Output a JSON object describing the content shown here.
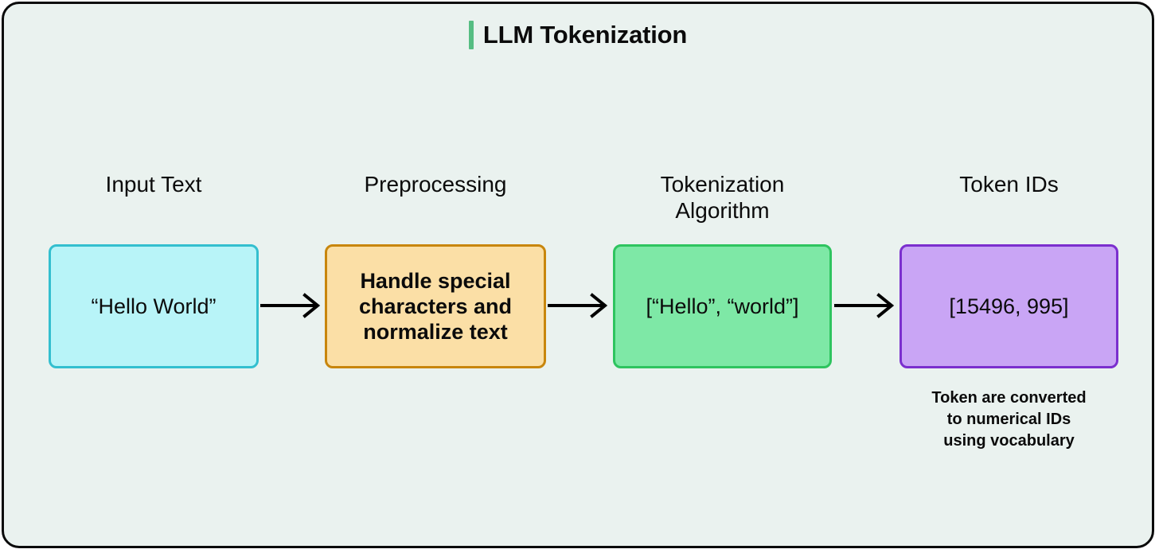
{
  "diagram": {
    "title": "LLM Tokenization",
    "accent_color": "#55bd82",
    "background_color": "#eaf2ef",
    "frame_border_color": "#0b0b0b"
  },
  "stages": [
    {
      "id": "input",
      "label": "Input Text",
      "box_text": "“Hello World”",
      "bold": false,
      "fill": "#b8f4f8",
      "border": "#33bfcf",
      "caption": null
    },
    {
      "id": "preprocess",
      "label": "Preprocessing",
      "box_text": "Handle special\ncharacters and\nnormalize text",
      "bold": true,
      "fill": "#fbdfa6",
      "border": "#c8860d",
      "caption": null
    },
    {
      "id": "algorithm",
      "label": "Tokenization\nAlgorithm",
      "box_text": "[“Hello”, “world”]",
      "bold": false,
      "fill": "#7ee8a6",
      "border": "#2ec45f",
      "caption": null
    },
    {
      "id": "tokenids",
      "label": "Token IDs",
      "box_text": "[15496, 995]",
      "bold": false,
      "fill": "#c9a5f5",
      "border": "#7b2fce",
      "caption": "Token are converted\nto numerical IDs\nusing vocabulary"
    }
  ],
  "arrows": [
    {
      "id": "arrow-1",
      "from": "input",
      "to": "preprocess",
      "color": "#000000"
    },
    {
      "id": "arrow-2",
      "from": "preprocess",
      "to": "algorithm",
      "color": "#000000"
    },
    {
      "id": "arrow-3",
      "from": "algorithm",
      "to": "tokenids",
      "color": "#000000"
    }
  ]
}
